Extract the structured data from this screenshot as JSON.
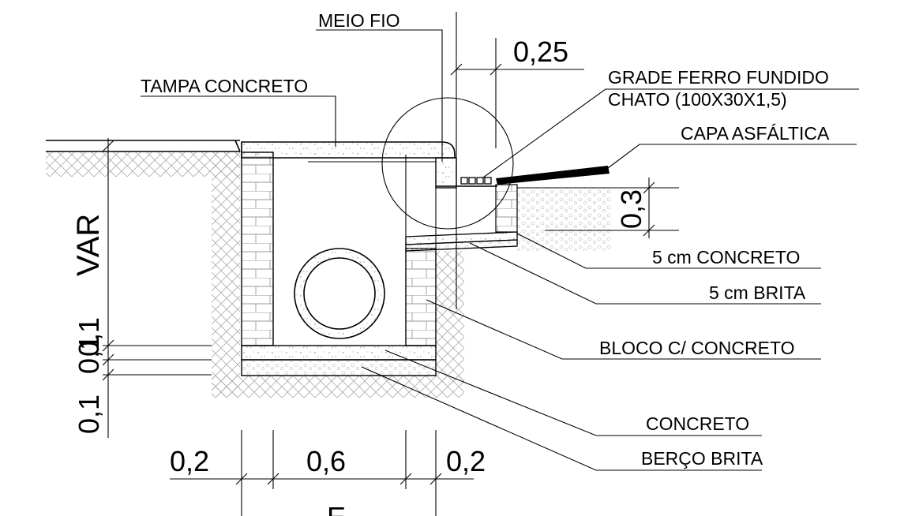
{
  "labels": {
    "meio_fio": "MEIO FIO",
    "tampa_concreto": "TAMPA CONCRETO",
    "grade_line1": "GRADE FERRO FUNDIDO",
    "grade_line2": "CHATO (100X30X1,5)",
    "capa_asfaltica": "CAPA ASFÁLTICA",
    "concreto_5cm": "5 cm CONCRETO",
    "brita_5cm": "5 cm BRITA",
    "bloco_concreto": "BLOCO C/ CONCRETO",
    "concreto": "CONCRETO",
    "berco_brita": "BERÇO BRITA"
  },
  "dimensions": {
    "top_width": "0,25",
    "asphalt_depth": "0,3",
    "height_var": "VAR",
    "slab_1": "0,1",
    "slab_2": "0,1",
    "slab_3": "0,1",
    "wall_left": "0,2",
    "inner_width": "0,6",
    "wall_right": "0,2",
    "bottom_cut": "E"
  },
  "colors": {
    "line": "#000000",
    "hatch": "#9a9a9a",
    "fill": "#ffffff"
  }
}
